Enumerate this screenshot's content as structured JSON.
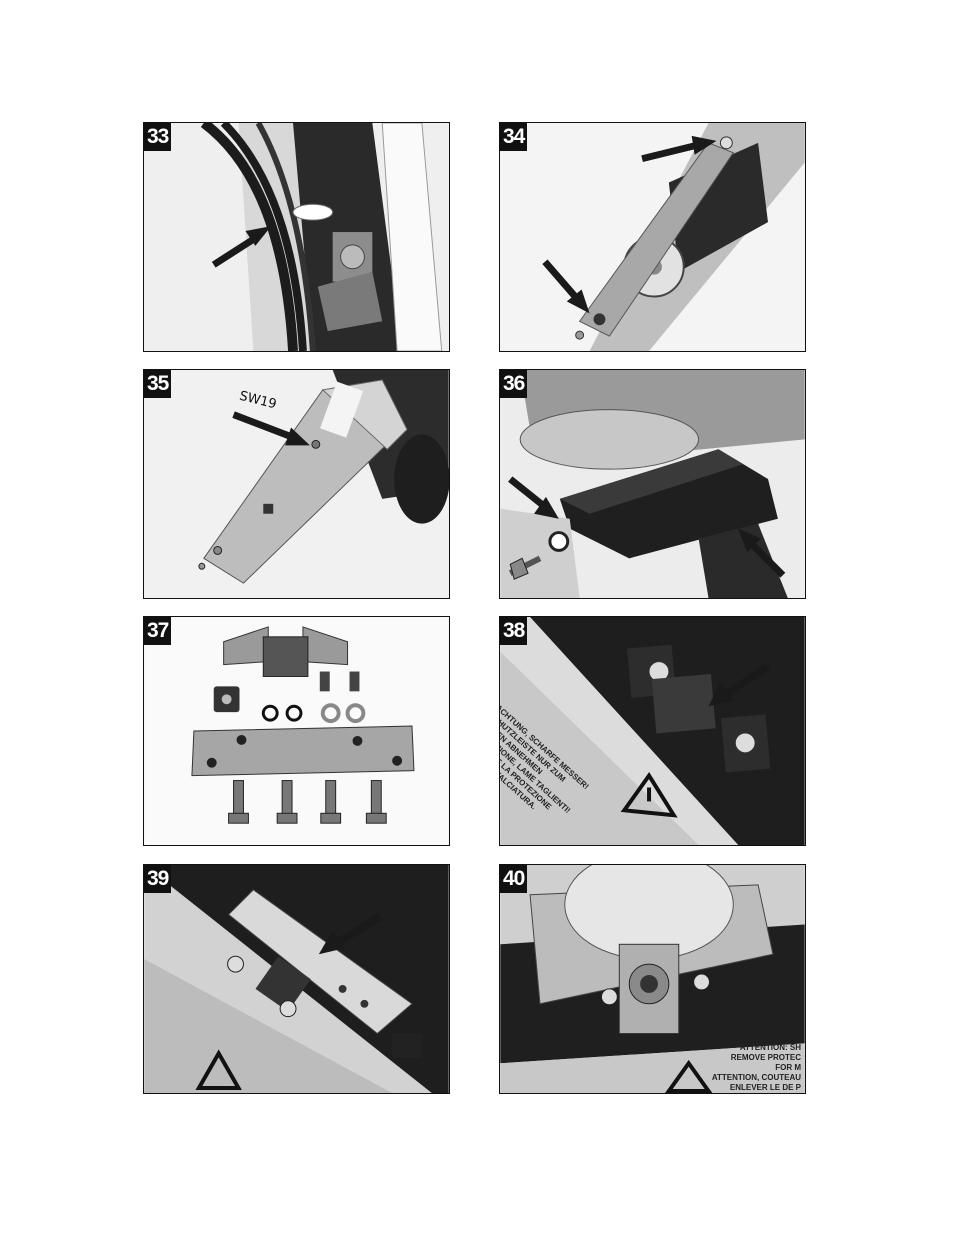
{
  "figures": [
    {
      "number": "33"
    },
    {
      "number": "34"
    },
    {
      "number": "35",
      "label": "SW19"
    },
    {
      "number": "36"
    },
    {
      "number": "37"
    },
    {
      "number": "38",
      "warning_lines": [
        "ACHTUNG, SCHARFE MESSER!",
        "SCHUTZLEISTE NUR ZUM",
        "MÄHEN ABNEHMEN",
        "ATTENZIONE, LAME TAGLIENTI!",
        "TOGLIERE LA PROTEZIONE",
        "SOLO PER FALCIATURA."
      ]
    },
    {
      "number": "39"
    },
    {
      "number": "40",
      "warning_lines": [
        "ATTENTION: SH",
        "REMOVE PROTEC",
        "FOR M",
        "ATTENTION, COUTEAU",
        "ENLEVER LE DE P"
      ]
    }
  ],
  "colors": {
    "arrow": "#1a1a1a",
    "frame": "#111111",
    "badge_bg": "#111111",
    "badge_text": "#ffffff"
  }
}
